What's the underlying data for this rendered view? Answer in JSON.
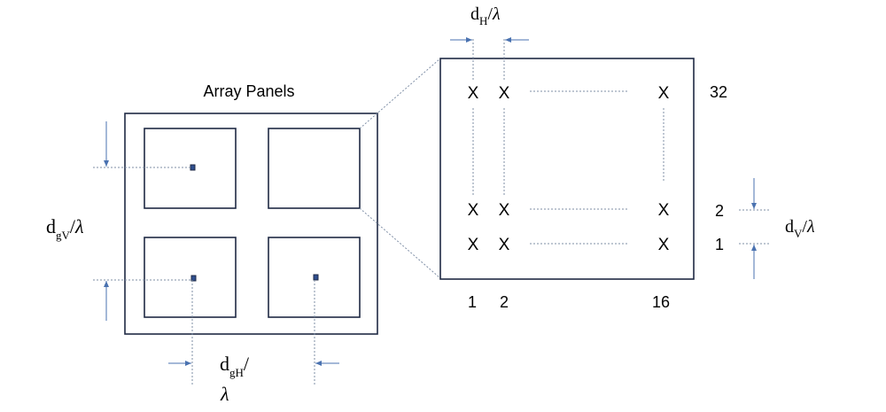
{
  "title": "Array Panels",
  "element_mark": "X",
  "column_labels": [
    "1",
    "2",
    "16"
  ],
  "row_labels": [
    "32",
    "2",
    "1"
  ],
  "labels": {
    "d_symbol": "d",
    "slash": "/",
    "lambda": "λ",
    "dH_sub": "H",
    "dV_sub": "V",
    "dgV_sub": "gV",
    "dgH_sub": "gH"
  },
  "colors": {
    "frame": "#1f2a44",
    "dimension_arrow": "#4a72b0",
    "dotted_guide": "#7f8fa6",
    "element_marker": "#2f4f8f"
  }
}
